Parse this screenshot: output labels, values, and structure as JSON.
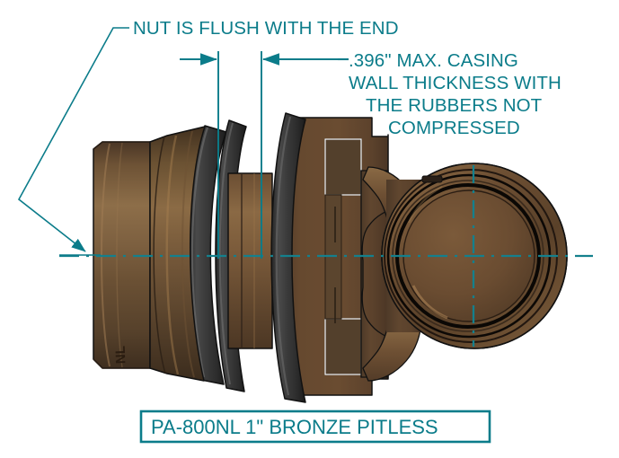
{
  "document": {
    "kind": "engineering-drawing",
    "background_color": "#ffffff",
    "annotation_color": "#0b7c8a",
    "centerline_color": "#14808d",
    "bronze_color": "#5e4430",
    "bronze_light_color": "#8a6b47",
    "bronze_dark_color": "#4a3727",
    "rubber_color": "#3a3a3a",
    "outline_color": "#111111"
  },
  "annotations": {
    "nut_note": {
      "text": "NUT IS FLUSH WITH THE END"
    },
    "casing_note": {
      "lines": [
        ".396\"  MAX. CASING",
        "WALL THICKNESS WITH",
        "THE RUBBERS NOT",
        "COMPRESSED"
      ]
    }
  },
  "title_block": {
    "part_number": "PA-800NL",
    "description": "1\" BRONZE PITLESS",
    "full_text": "PA-800NL   1\" BRONZE PITLESS"
  },
  "part": {
    "name": "bronze-pitless-adapter",
    "components": [
      {
        "name": "hex-nut",
        "material": "bronze",
        "marking": "NL"
      },
      {
        "name": "threaded-body",
        "material": "bronze"
      },
      {
        "name": "rubber-gasket-front",
        "material": "rubber"
      },
      {
        "name": "rubber-gasket-rear",
        "material": "rubber"
      },
      {
        "name": "spacer-collar",
        "material": "bronze"
      },
      {
        "name": "adapter-flange",
        "material": "bronze"
      },
      {
        "name": "outlet-port",
        "material": "bronze"
      }
    ]
  }
}
